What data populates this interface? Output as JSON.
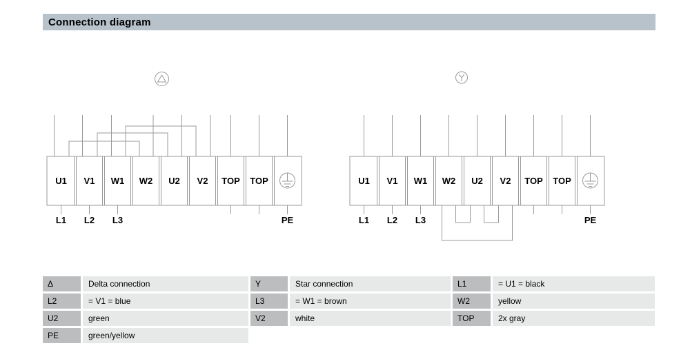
{
  "header": {
    "title": "Connection diagram"
  },
  "colors": {
    "header_bar_bg": "#b7c2cb",
    "legend_key_bg": "#bbbdbf",
    "legend_value_bg": "#e7e8e8",
    "diagram_line": "#999999",
    "text": "#000000"
  },
  "diagrams": {
    "delta": {
      "symbol": "delta",
      "terminals": [
        "U1",
        "V1",
        "W1",
        "W2",
        "U2",
        "V2",
        "TOP",
        "TOP",
        ""
      ],
      "pe_terminal_icon": "protective-earth",
      "bottom_labels": [
        "L1",
        "L2",
        "L3",
        "",
        "",
        "",
        "",
        "",
        "PE"
      ]
    },
    "star": {
      "symbol": "star",
      "terminals": [
        "U1",
        "V1",
        "W1",
        "W2",
        "U2",
        "V2",
        "TOP",
        "TOP",
        ""
      ],
      "pe_terminal_icon": "protective-earth",
      "bottom_labels": [
        "L1",
        "L2",
        "L3",
        "",
        "",
        "",
        "",
        "",
        "PE"
      ]
    }
  },
  "legend": {
    "rows": [
      {
        "cells": [
          {
            "key": "Δ",
            "value": "Delta connection"
          },
          {
            "key": "Y",
            "value": "Star connection"
          },
          {
            "key": "L1",
            "value": "= U1 = black"
          }
        ]
      },
      {
        "cells": [
          {
            "key": "L2",
            "value": "= V1 = blue"
          },
          {
            "key": "L3",
            "value": "= W1 = brown"
          },
          {
            "key": "W2",
            "value": "yellow"
          }
        ]
      },
      {
        "cells": [
          {
            "key": "U2",
            "value": "green"
          },
          {
            "key": "V2",
            "value": "white"
          },
          {
            "key": "TOP",
            "value": "2x gray"
          }
        ]
      },
      {
        "cells": [
          {
            "key": "PE",
            "value": "green/yellow"
          }
        ]
      }
    ]
  }
}
